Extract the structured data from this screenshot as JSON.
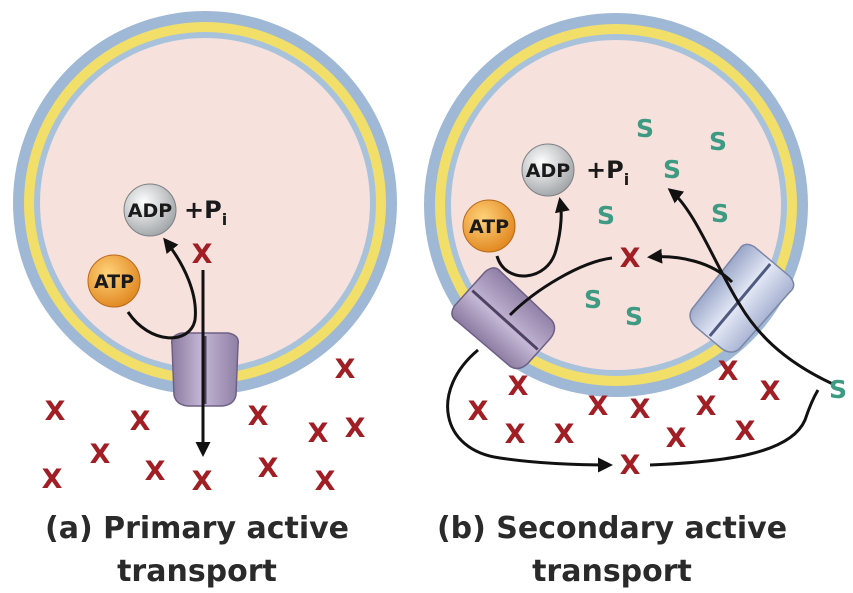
{
  "panel_a": {
    "adp_label": "ADP",
    "pi_label": "+P",
    "pi_subscript": "i",
    "atp_label": "ATP",
    "solute_x": "X",
    "caption_line1": "(a) Primary active",
    "caption_line2": "transport"
  },
  "panel_b": {
    "adp_label": "ADP",
    "pi_label": "+P",
    "pi_subscript": "i",
    "atp_label": "ATP",
    "solute_x": "X",
    "solute_s": "S",
    "caption_line1": "(b) Secondary active",
    "caption_line2": "transport"
  },
  "colors": {
    "cytoplasm": "#f6e1dc",
    "membrane_outer": "#9fb8d6",
    "membrane_inner": "#f1df6a",
    "pump_protein": "#a594b8",
    "cotransporter_protein": "#b8c3de",
    "atp": "#eb9a2c",
    "adp": "#b9bcbf",
    "solute_x": "#a01e24",
    "solute_s": "#3e9a82"
  }
}
